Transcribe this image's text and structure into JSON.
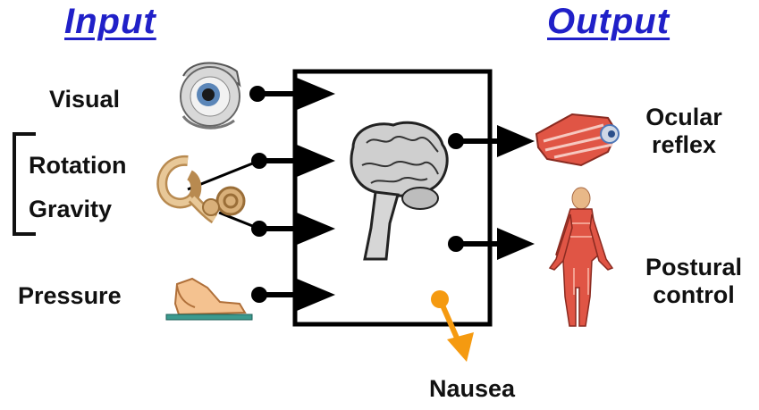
{
  "headers": {
    "input": "Input",
    "output": "Output"
  },
  "inputs": {
    "visual": "Visual",
    "rotation": "Rotation",
    "gravity": "Gravity",
    "pressure": "Pressure"
  },
  "outputs": {
    "ocular_line1": "Ocular",
    "ocular_line2": "reflex",
    "postural_line1": "Postural",
    "postural_line2": "control",
    "nausea": "Nausea"
  },
  "colors": {
    "header": "#2020c8",
    "nausea_arrow": "#f59a10",
    "muscle": "#e05545",
    "skin": "#e8b888"
  },
  "icons": [
    "eye-icon",
    "inner-ear-icon",
    "foot-icon",
    "brain-icon",
    "eye-muscle-icon",
    "human-muscle-figure-icon"
  ]
}
